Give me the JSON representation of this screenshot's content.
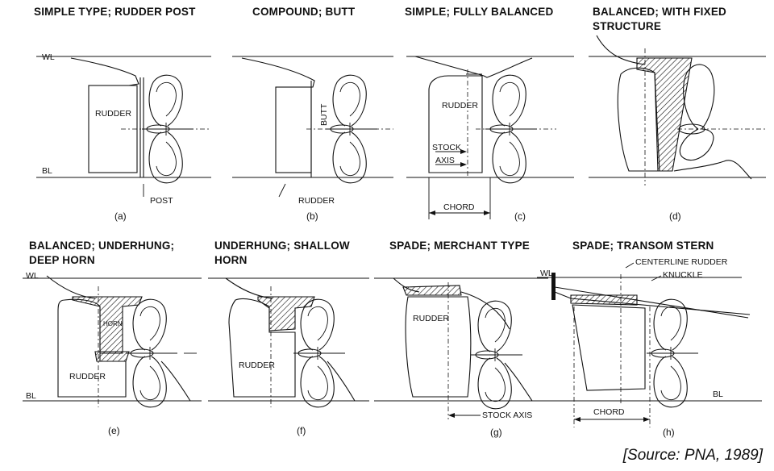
{
  "panels": [
    {
      "title": [
        "SIMPLE TYPE; RUDDER POST"
      ],
      "caption": "(a)",
      "labels": {
        "wl": "WL",
        "bl": "BL",
        "rudder": "RUDDER",
        "post": "POST"
      }
    },
    {
      "title": [
        "COMPOUND; BUTT"
      ],
      "caption": "(b)",
      "labels": {
        "butt": "BUTT",
        "rudder": "RUDDER"
      }
    },
    {
      "title": [
        "SIMPLE; FULLY BALANCED"
      ],
      "caption": "(c)",
      "labels": {
        "rudder": "RUDDER",
        "stock": "STOCK",
        "axis": "AXIS",
        "chord": "CHORD"
      }
    },
    {
      "title": [
        "BALANCED; WITH FIXED",
        "STRUCTURE"
      ],
      "caption": "(d)",
      "labels": {}
    },
    {
      "title": [
        "BALANCED;  UNDERHUNG;",
        "DEEP HORN"
      ],
      "caption": "(e)",
      "labels": {
        "wl": "WL",
        "bl": "BL",
        "horn": "HORN",
        "rudder": "RUDDER"
      }
    },
    {
      "title": [
        "UNDERHUNG; SHALLOW",
        "HORN"
      ],
      "caption": "(f)",
      "labels": {
        "rudder": "RUDDER"
      }
    },
    {
      "title": [
        "SPADE; MERCHANT TYPE"
      ],
      "caption": "(g)",
      "labels": {
        "rudder": "RUDDER",
        "stock_axis": "STOCK AXIS"
      }
    },
    {
      "title": [
        "SPADE; TRANSOM STERN"
      ],
      "caption": "(h)",
      "labels": {
        "wl": "WL",
        "bl": "BL",
        "centerline_rudder": "CENTERLINE RUDDER",
        "knuckle": "KNUCKLE",
        "chord": "CHORD"
      }
    }
  ],
  "source": "[Source: PNA, 1989]"
}
